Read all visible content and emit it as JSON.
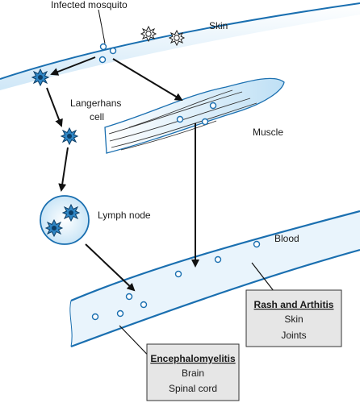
{
  "diagram": {
    "labels": {
      "mosquito": "Infected mosquito",
      "skin": "Skin",
      "langerhans_line1": "Langerhans",
      "langerhans_line2": "cell",
      "muscle": "Muscle",
      "lymph_node": "Lymph node",
      "blood": "Blood"
    },
    "boxes": {
      "rash": {
        "title": "Rash and Arthitis",
        "lines": [
          "Skin",
          "Joints"
        ]
      },
      "enceph": {
        "title": "Encephalomyelitis",
        "lines": [
          "Brain",
          "Spinal cord"
        ]
      }
    },
    "colors": {
      "skin_fill": "#d7ecf9",
      "skin_edge": "#1a6fb0",
      "vessel_fill": "#e9f4fc",
      "cell_fill": "#2f86c5",
      "box_fill": "#e6e6e6",
      "arrow": "#111111"
    }
  }
}
